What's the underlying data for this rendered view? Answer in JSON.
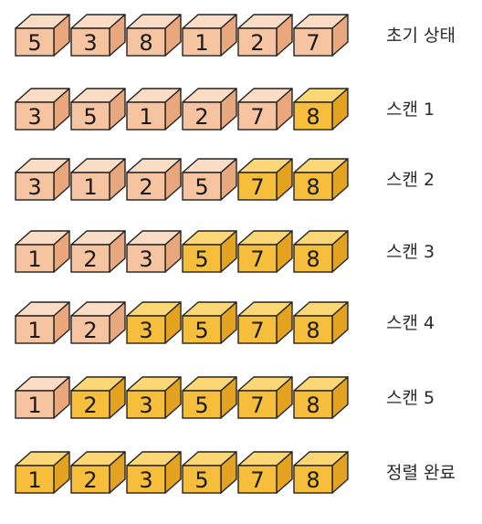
{
  "colors": {
    "unsorted": {
      "front": "#f6c4a0",
      "top": "#fbdcc4",
      "side": "#e9a77e"
    },
    "sorted": {
      "front": "#f7be3c",
      "top": "#fbd776",
      "side": "#e3a21f"
    },
    "stroke": "#222222"
  },
  "rows": [
    {
      "label": "초기 상태",
      "values": [
        "5",
        "3",
        "8",
        "1",
        "2",
        "7"
      ],
      "sorted_count": 0
    },
    {
      "label": "스캔 1",
      "values": [
        "3",
        "5",
        "1",
        "2",
        "7",
        "8"
      ],
      "sorted_count": 1
    },
    {
      "label": "스캔 2",
      "values": [
        "3",
        "1",
        "2",
        "5",
        "7",
        "8"
      ],
      "sorted_count": 2
    },
    {
      "label": "스캔 3",
      "values": [
        "1",
        "2",
        "3",
        "5",
        "7",
        "8"
      ],
      "sorted_count": 3
    },
    {
      "label": "스캔 4",
      "values": [
        "1",
        "2",
        "3",
        "5",
        "7",
        "8"
      ],
      "sorted_count": 4
    },
    {
      "label": "스캔 5",
      "values": [
        "1",
        "2",
        "3",
        "5",
        "7",
        "8"
      ],
      "sorted_count": 5
    },
    {
      "label": "정렬 완료",
      "values": [
        "1",
        "2",
        "3",
        "5",
        "7",
        "8"
      ],
      "sorted_count": 6
    }
  ]
}
